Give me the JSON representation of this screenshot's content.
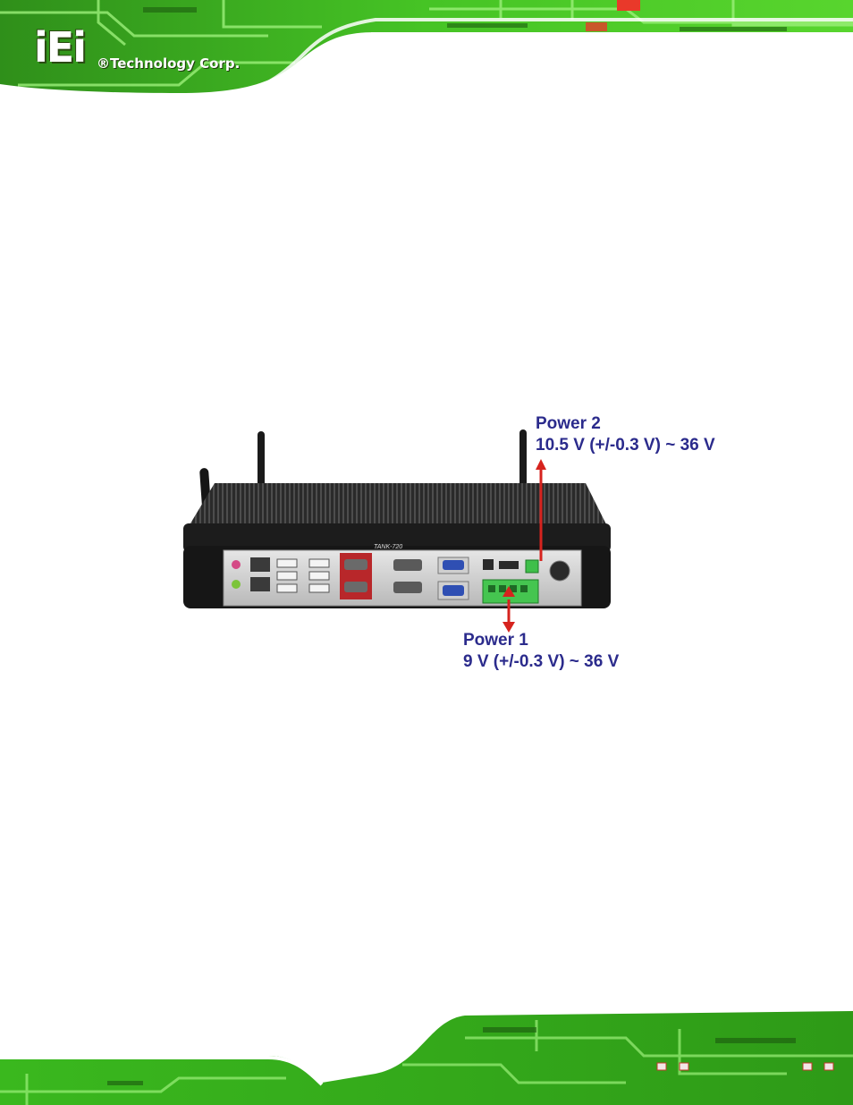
{
  "header": {
    "logo_mark": "iEi",
    "logo_text": "®Technology Corp."
  },
  "figure": {
    "device_label": "TANK-720",
    "callouts": [
      {
        "title": "Power 2",
        "spec": "10.5 V (+/-0.3 V) ~ 36 V"
      },
      {
        "title": "Power 1",
        "spec": "9 V (+/-0.3 V) ~ 36 V"
      }
    ]
  },
  "colors": {
    "pcb_green": "#3fbf1f",
    "pcb_dark": "#1f6a12",
    "callout_text": "#2b2b8c",
    "arrow": "#d6231e",
    "terminal_green": "#3fbf4a"
  }
}
